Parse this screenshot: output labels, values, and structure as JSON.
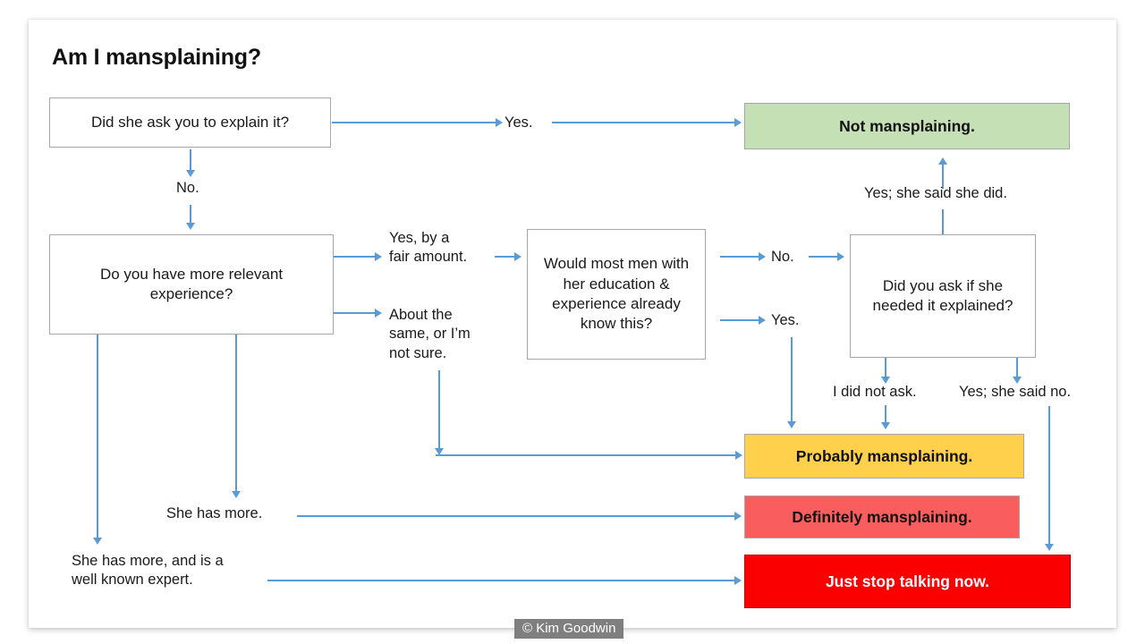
{
  "slide": {
    "title": "Am I mansplaining?",
    "credit": "© Kim Goodwin"
  },
  "colors": {
    "arrow": "#5B9BD5",
    "box_border": "#A6A6A6",
    "not_mansplaining": "#C5E0B4",
    "probably_mansplaining": "#FFD04B",
    "definitely_mansplaining": "#FA5D5D",
    "just_stop_talking": "#FB0000",
    "credit_badge": "#7F7F7F"
  },
  "nodes": {
    "q1": "Did she ask you to explain it?",
    "q2": "Do you have more relevant experience?",
    "q3": "Would most men with her education & experience already know this?",
    "q4": "Did you ask if she needed it explained?"
  },
  "outcomes": {
    "not_mansplaining": "Not mansplaining.",
    "probably": "Probably mansplaining.",
    "definitely": "Definitely mansplaining.",
    "stop": "Just stop talking now."
  },
  "labels": {
    "yes_top": "Yes.",
    "no_down": "No.",
    "yes_fair_amount": "Yes, by a\nfair amount.",
    "about_same": "About the\nsame, or I’m\nnot sure.",
    "no_mid": "No.",
    "yes_mid": "Yes.",
    "yes_she_said_she_did": "Yes; she said she did.",
    "i_did_not_ask": "I did not ask.",
    "yes_she_said_no": "Yes; she said no.",
    "she_has_more": "She has more.",
    "she_has_more_expert": "She has more, and is a\nwell known expert."
  }
}
